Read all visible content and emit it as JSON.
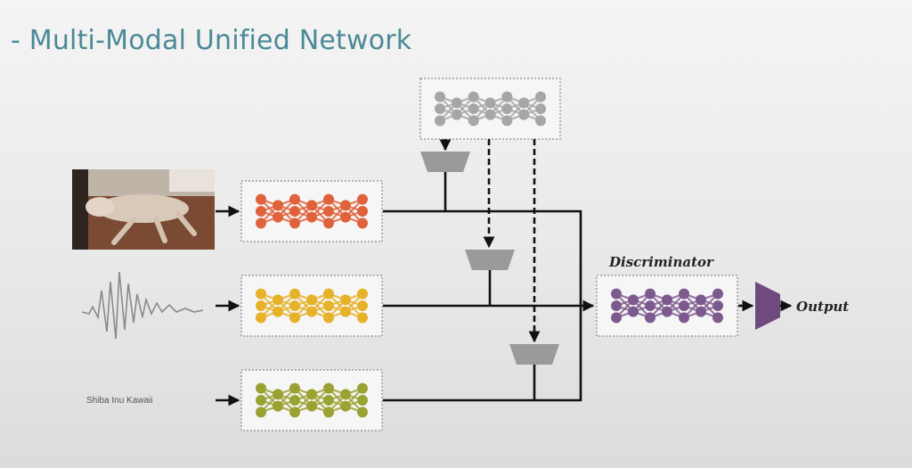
{
  "slide": {
    "title": "- Multi-Modal Unified Network"
  },
  "diagram": {
    "inputs": {
      "image_icon": "sleeping-dog-photo",
      "audio_icon": "waveform",
      "text": "Shiba Inu Kawaii"
    },
    "encoders": [
      {
        "name": "image-encoder",
        "color": "#e0623a"
      },
      {
        "name": "audio-encoder",
        "color": "#e6b22a"
      },
      {
        "name": "text-encoder",
        "color": "#9aa232"
      }
    ],
    "top_network": {
      "color": "#a6a6a6"
    },
    "discriminator": {
      "label": "Discriminator",
      "color": "#7d5a8e"
    },
    "output": {
      "label": "Output",
      "color": "#6e4a7e"
    }
  }
}
